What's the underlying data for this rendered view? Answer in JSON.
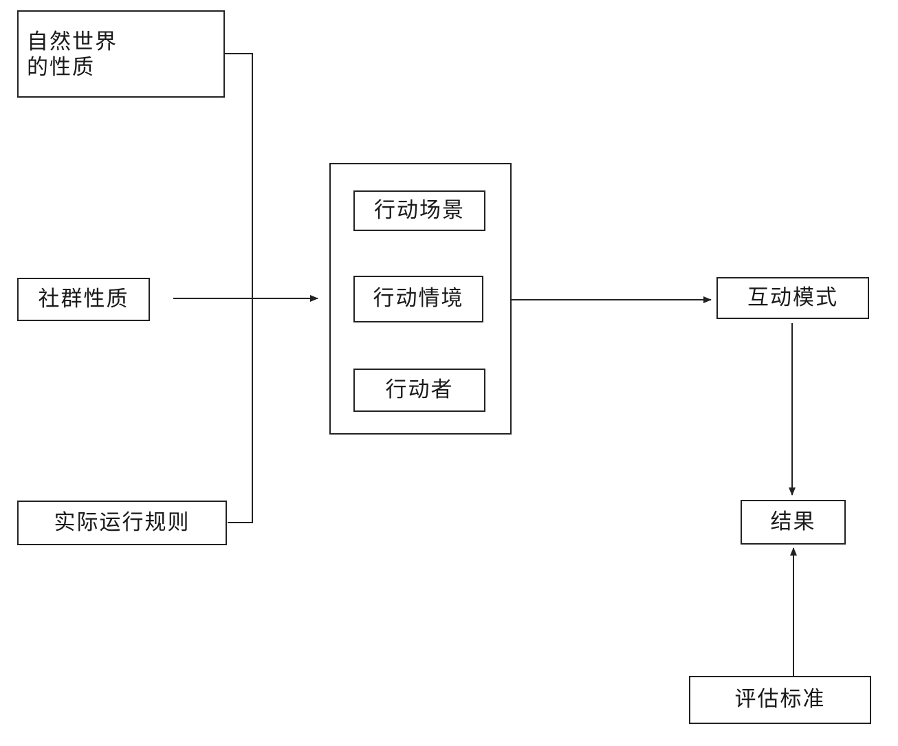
{
  "diagram": {
    "inputs": {
      "natural_world_line1": "自然世界",
      "natural_world_line2": "的性质",
      "community": "社群性质",
      "rules_in_use": "实际运行规则"
    },
    "action_arena": {
      "situation_label": "行动场景",
      "context_label": "行动情境",
      "actors_label": "行动者"
    },
    "interaction": "互动模式",
    "outcomes": "结果",
    "evaluative_criteria": "评估标准"
  },
  "colors": {
    "stroke": "#222222",
    "text": "#1a1a1a",
    "background": "#ffffff"
  }
}
